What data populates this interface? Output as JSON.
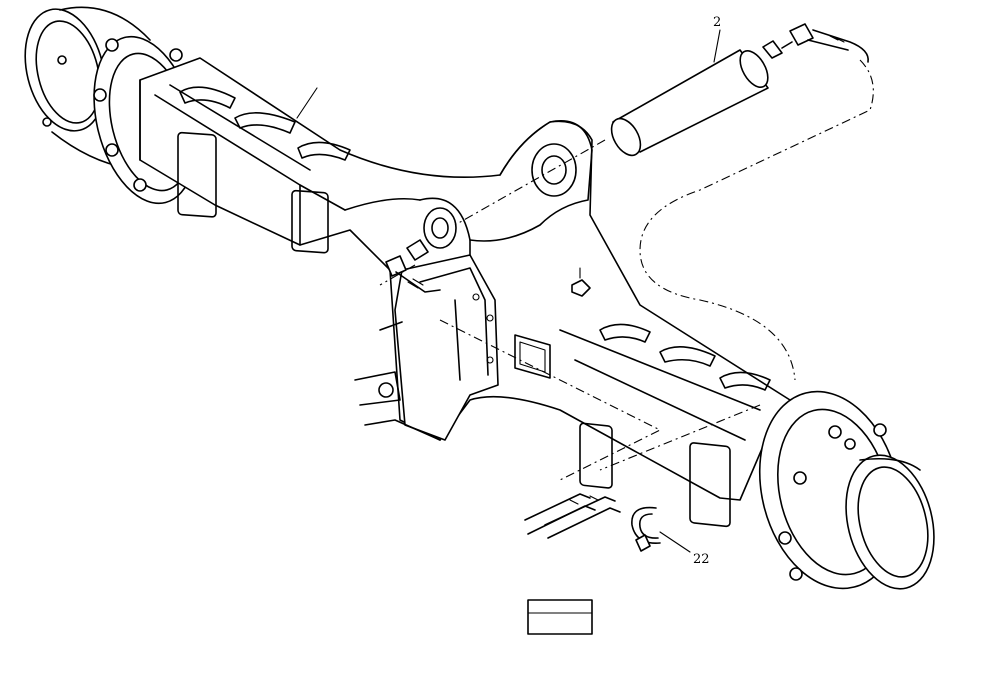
{
  "diagram": {
    "callouts": [
      {
        "id": "callout-2",
        "label": "2"
      },
      {
        "id": "callout-22",
        "label": "22"
      }
    ]
  }
}
